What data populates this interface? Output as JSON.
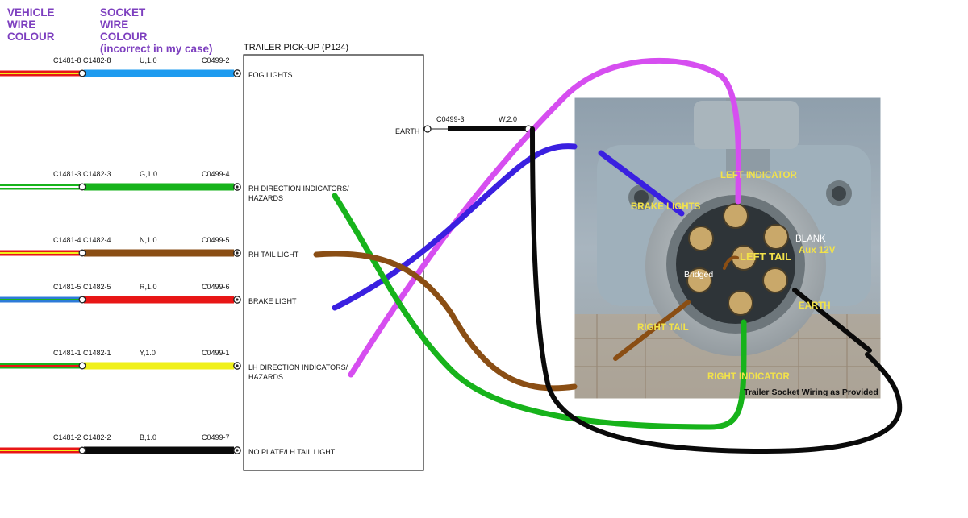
{
  "headers": {
    "vehicle": [
      "VEHICLE",
      "WIRE",
      "COLOUR"
    ],
    "socket": [
      "SOCKET",
      "WIRE",
      "COLOUR",
      "(incorrect in my case)"
    ]
  },
  "box_title": "TRAILER PICK-UP (P124)",
  "earth": {
    "label": "EARTH",
    "connector": "C0499-3",
    "wire": "W,2.0"
  },
  "rows": [
    {
      "left": "C1481-8 C1482-8",
      "wire": "U,1.0",
      "conn": "C0499-2",
      "label": "FOG LIGHTS"
    },
    {
      "left": "C1481-3 C1482-3",
      "wire": "G,1.0",
      "conn": "C0499-4",
      "label": "RH DIRECTION INDICATORS/ HAZARDS"
    },
    {
      "left": "C1481-4 C1482-4",
      "wire": "N,1.0",
      "conn": "C0499-5",
      "label": "RH TAIL LIGHT"
    },
    {
      "left": "C1481-5 C1482-5",
      "wire": "R,1.0",
      "conn": "C0499-6",
      "label": "BRAKE LIGHT"
    },
    {
      "left": "C1481-1 C1482-1",
      "wire": "Y,1.0",
      "conn": "C0499-1",
      "label": "LH DIRECTION INDICATORS/ HAZARDS"
    },
    {
      "left": "C1481-2 C1482-2",
      "wire": "B,1.0",
      "conn": "C0499-7",
      "label": "NO PLATE/LH TAIL LIGHT"
    }
  ],
  "photo": {
    "left_indicator": "LEFT INDICATOR",
    "brake_lights": "BRAKE LIGHTS",
    "blank": "BLANK",
    "aux": "Aux 12V",
    "left_tail": "LEFT TAIL",
    "bridged": "Bridged",
    "earth": "EARTH",
    "right_tail": "RIGHT TAIL",
    "right_indicator": "RIGHT INDICATOR",
    "caption": "Trailer Socket Wiring as Provided"
  },
  "colors": {
    "header": "#7d3fbf",
    "photo_label": "#f2e24a",
    "blue": "#1e9bef",
    "green": "#17b31b",
    "brown": "#8a4e14",
    "red": "#e81616",
    "yellow": "#f0f01a",
    "black": "#0a0a0a",
    "purple_wire": "#d64ef0",
    "blue_wire": "#3a20e0"
  }
}
